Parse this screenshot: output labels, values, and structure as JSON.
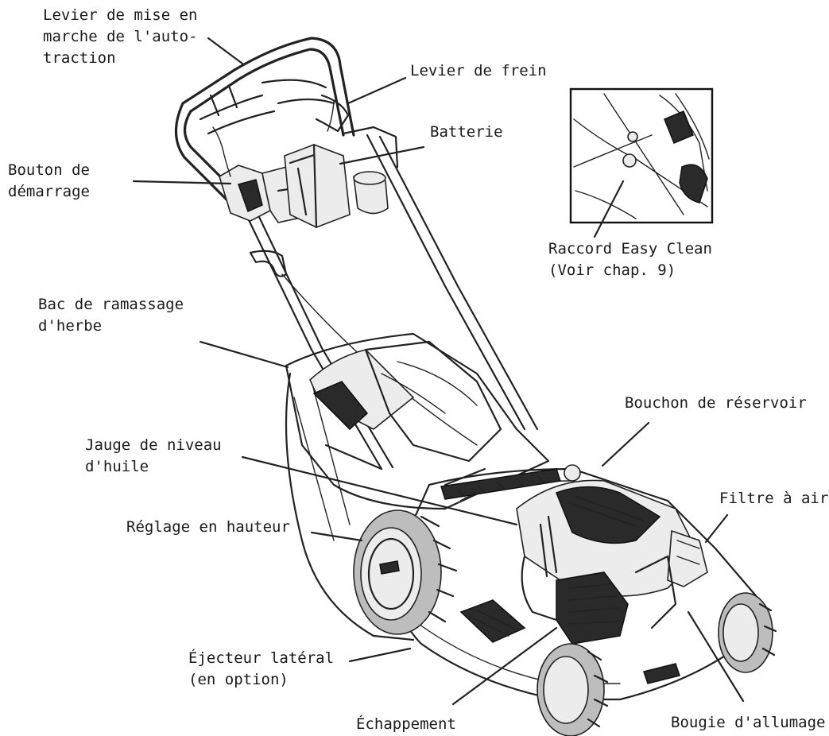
{
  "labels": {
    "self_drive_lever": [
      "Levier de mise en",
      "marche de l'auto-",
      "traction"
    ],
    "brake_lever": [
      "Levier de frein"
    ],
    "battery": [
      "Batterie"
    ],
    "start_button": [
      "Bouton de",
      "démarrage"
    ],
    "easy_clean": [
      "Raccord Easy Clean",
      "(Voir chap. 9)"
    ],
    "grass_bag": [
      "Bac de ramassage",
      "d'herbe"
    ],
    "fuel_cap": [
      "Bouchon de réservoir"
    ],
    "oil_dipstick": [
      "Jauge de niveau",
      "d'huile"
    ],
    "air_filter": [
      "Filtre à air"
    ],
    "height_adjust": [
      "Réglage en hauteur"
    ],
    "side_ejector": [
      "Éjecteur latéral",
      "(en option)"
    ],
    "exhaust": [
      "Échappement"
    ],
    "spark_plug": [
      "Bougie d'allumage"
    ]
  }
}
